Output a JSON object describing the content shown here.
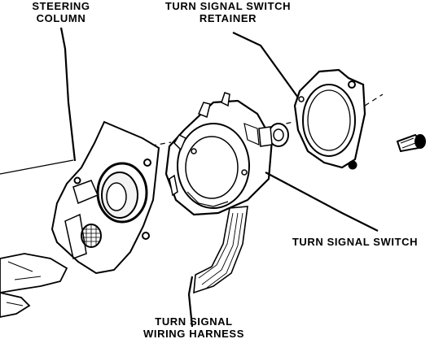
{
  "labels": {
    "steering_column": {
      "line1": "STEERING",
      "line2": "COLUMN"
    },
    "retainer": {
      "line1": "TURN SIGNAL SWITCH",
      "line2": "RETAINER"
    },
    "switch": {
      "text": "TURN SIGNAL SWITCH"
    },
    "harness": {
      "line1": "TURN SIGNAL",
      "line2": "WIRING HARNESS"
    }
  },
  "colors": {
    "ink": "#000000",
    "paper": "#ffffff"
  }
}
